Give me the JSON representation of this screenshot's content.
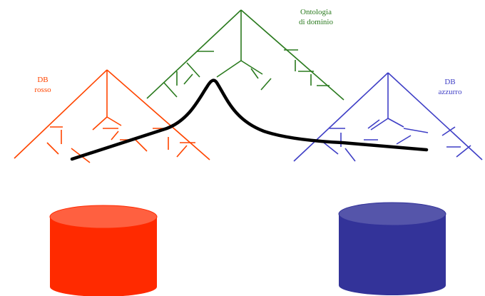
{
  "colors": {
    "red_tree": "#ff4500",
    "green_tree": "#2a7a1e",
    "blue_tree": "#3f3fc6",
    "path": "#000000",
    "red_db_fill": "#ff2a00",
    "red_db_top": "#ff6040",
    "blue_db_fill": "#333399",
    "blue_db_top": "#5555aa"
  },
  "labels": {
    "ontology": {
      "line1": "Ontologia",
      "line2": "di dominio"
    },
    "red_db": {
      "line1": "DB",
      "line2": "rosso"
    },
    "blue_db": {
      "line1": "DB",
      "line2": "azzurro"
    }
  },
  "icons": {
    "red_database": "database-cylinder-icon",
    "blue_database": "database-cylinder-icon"
  }
}
